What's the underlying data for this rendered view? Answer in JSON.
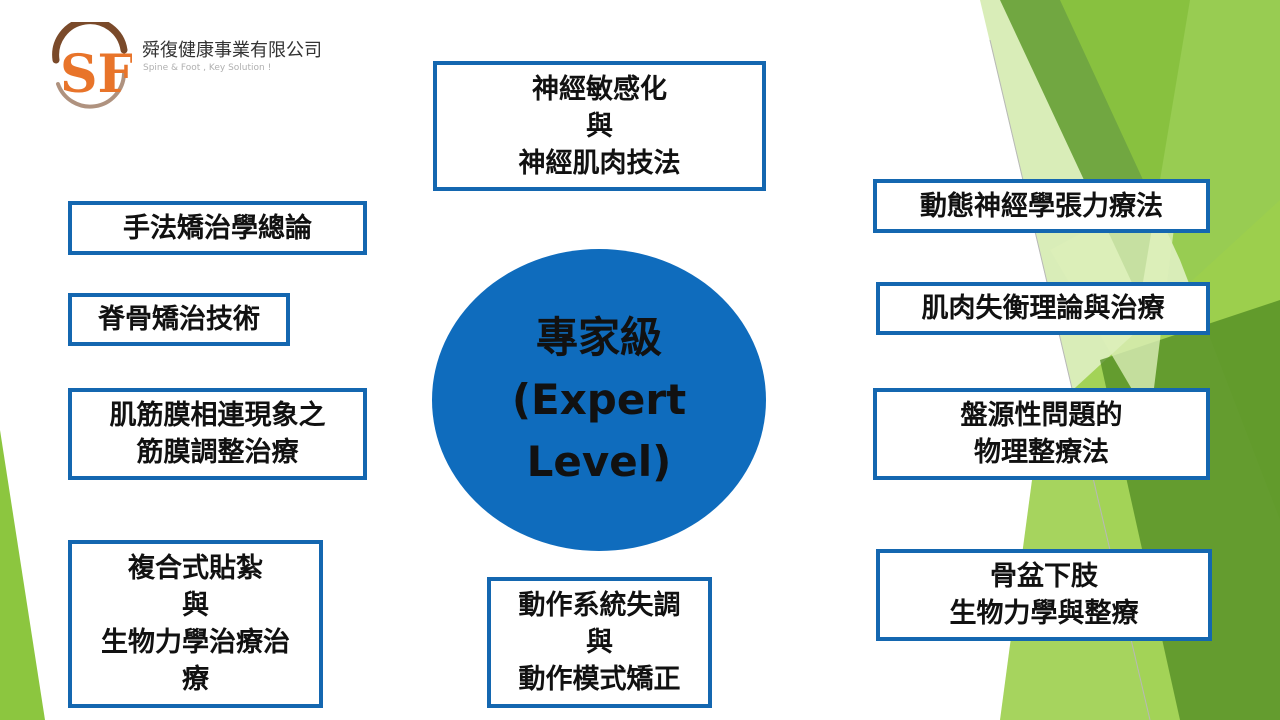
{
  "logo": {
    "company_name": "舜復健康事業有限公司",
    "tagline": "Spine & Foot , Key Solution !",
    "monogram": "SF"
  },
  "center": {
    "lines": [
      "專家級",
      "(Expert",
      "Level)"
    ]
  },
  "topics": {
    "neural_sensitization": [
      "神經敏感化",
      "與",
      "神經肌肉技法"
    ],
    "manual_therapy": [
      "手法矯治學總論"
    ],
    "spinal_correction": [
      "脊骨矯治技術"
    ],
    "fascia": [
      "肌筋膜相連現象之",
      "筋膜調整治療"
    ],
    "taping": [
      "複合式貼紮",
      "與",
      "生物力學治療治",
      "療"
    ],
    "movement": [
      "動作系統失調",
      "與",
      "動作模式矯正"
    ],
    "neurodynamics": [
      "動態神經學張力療法"
    ],
    "muscle_imbalance": [
      "肌肉失衡理論與治療"
    ],
    "disc_origin": [
      "盤源性問題的",
      "物理整療法"
    ],
    "pelvis_lower_limb": [
      "骨盆下肢",
      "生物力學與整療"
    ]
  },
  "colors": {
    "box_border": "#1467b0",
    "circle_fill": "#0f6cbd",
    "green_light": "#a9d65a",
    "green_mid": "#8cc63f",
    "green_dark": "#5e9a2c",
    "logo_orange": "#e8742a",
    "logo_brown": "#7a4a2a"
  }
}
